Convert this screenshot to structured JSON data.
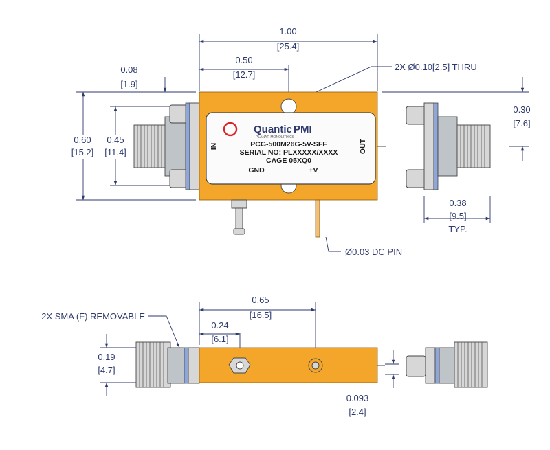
{
  "top_view": {
    "dim_overall_width": "1.00",
    "dim_overall_width_mm": "[25.4]",
    "dim_half_width": "0.50",
    "dim_half_width_mm": "[12.7]",
    "dim_edge_offset": "0.08",
    "dim_edge_offset_mm": "[1.9]",
    "dim_height": "0.60",
    "dim_height_mm": "[15.2]",
    "dim_hole_spacing": "0.45",
    "dim_hole_spacing_mm": "[11.4]",
    "dim_center_height": "0.30",
    "dim_center_height_mm": "[7.6]",
    "dim_connector_length": "0.38",
    "dim_connector_length_mm": "[9.5]",
    "dim_connector_note": "TYP.",
    "callout_thru": "2X Ø0.10[2.5] THRU",
    "callout_dc_pin": "Ø0.03 DC PIN"
  },
  "label_plate": {
    "brand": "Quantic",
    "brand_suffix": "PMI",
    "tagline": "PLANAR MONOLITHICS",
    "model": "PCG-500M26G-5V-SFF",
    "serial": "SERIAL NO: PLXXXXX/XXXX",
    "cage": "CAGE 05XQ0",
    "in_label": "IN",
    "out_label": "OUT",
    "gnd_label": "GND",
    "v_label": "+V"
  },
  "side_view": {
    "callout_sma": "2X SMA (F) REMOVABLE",
    "dim_pin_spacing": "0.65",
    "dim_pin_spacing_mm": "[16.5]",
    "dim_gnd_offset": "0.24",
    "dim_gnd_offset_mm": "[6.1]",
    "dim_thickness": "0.19",
    "dim_thickness_mm": "[4.7]",
    "dim_pin_height": "0.093",
    "dim_pin_height_mm": "[2.4]"
  },
  "colors": {
    "housing": "#f4a62a",
    "dimension_lines": "#2e3a6e",
    "logo_red": "#d8242a"
  }
}
